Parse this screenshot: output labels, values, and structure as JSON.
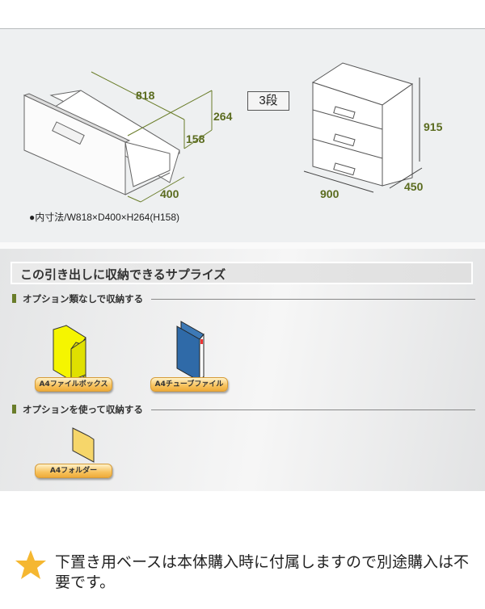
{
  "spec": {
    "drawer_dims": {
      "width": "818",
      "height": "264",
      "inner_height": "158",
      "depth": "400"
    },
    "tier_label": "3段",
    "cabinet_dims": {
      "height": "915",
      "width": "900",
      "depth": "450"
    },
    "inner_size_note": "●内寸法/W818×D400×H264(H158)"
  },
  "storage": {
    "title": "この引き出しに収納できるサプライズ",
    "sections": [
      {
        "label": "オプション類なしで収納する",
        "items": [
          {
            "label": "A4ファイルボックス",
            "icon": "file-box-icon"
          },
          {
            "label": "A4チューブファイル",
            "icon": "tube-file-icon"
          }
        ]
      },
      {
        "label": "オプションを使って収納する",
        "items": [
          {
            "label": "A4フォルダー",
            "icon": "folder-icon"
          }
        ]
      }
    ]
  },
  "note": {
    "icon": "star-icon",
    "text": "下置き用ベースは本体購入時に付属しますので別途購入は不要です。"
  },
  "colors": {
    "dimension": "#5a6b1e",
    "accent_bar": "#6a7d2a",
    "button": "#f7c25c",
    "star": "#f5b731"
  }
}
